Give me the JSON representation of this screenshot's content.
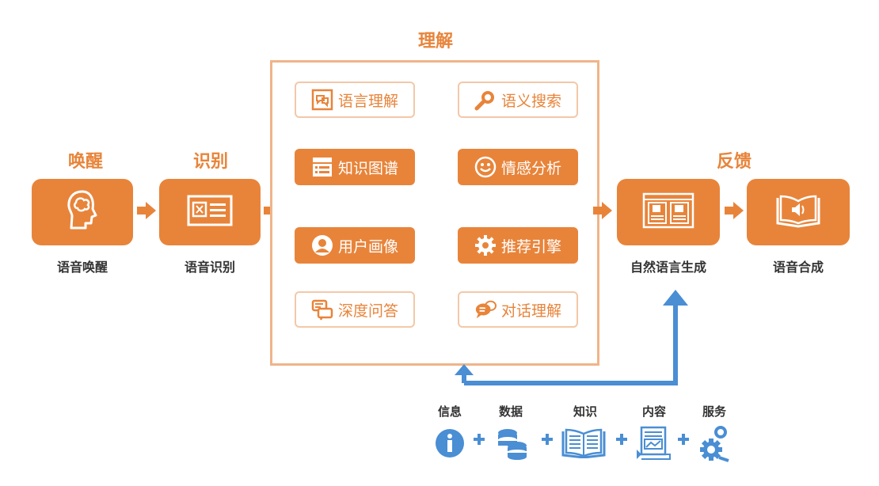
{
  "stages": [
    {
      "title": "唤醒",
      "label": "语音唤醒",
      "icon": "brain-head-icon"
    },
    {
      "title": "识别",
      "label": "语音识别",
      "icon": "id-card-icon"
    },
    {
      "title": "反馈",
      "label": "自然语言生成",
      "icon": "translate-book-icon"
    },
    {
      "title": "",
      "label": "语音合成",
      "icon": "audio-book-icon"
    }
  ],
  "understanding": {
    "title": "理解",
    "modules": [
      {
        "label": "语言理解",
        "style": "outline",
        "icon": "chat-bubbles-icon"
      },
      {
        "label": "语义搜索",
        "style": "outline",
        "icon": "magnifier-icon"
      },
      {
        "label": "知识图谱",
        "style": "solid",
        "icon": "list-icon"
      },
      {
        "label": "情感分析",
        "style": "solid",
        "icon": "smiley-icon"
      },
      {
        "label": "用户画像",
        "style": "solid",
        "icon": "user-icon"
      },
      {
        "label": "推荐引擎",
        "style": "solid",
        "icon": "gear-icon"
      },
      {
        "label": "深度问答",
        "style": "outline",
        "icon": "qa-bubbles-icon"
      },
      {
        "label": "对话理解",
        "style": "outline",
        "icon": "dialog-icon"
      }
    ]
  },
  "resources": [
    {
      "label": "信息",
      "icon": "info-icon"
    },
    {
      "label": "数据",
      "icon": "database-icon"
    },
    {
      "label": "知识",
      "icon": "open-book-icon"
    },
    {
      "label": "内容",
      "icon": "document-icon"
    },
    {
      "label": "服务",
      "icon": "gears-icon"
    }
  ],
  "colors": {
    "accent": "#e8843a",
    "accent_light": "#f3c8a8",
    "blue": "#4a8ed4",
    "text": "#333333"
  }
}
